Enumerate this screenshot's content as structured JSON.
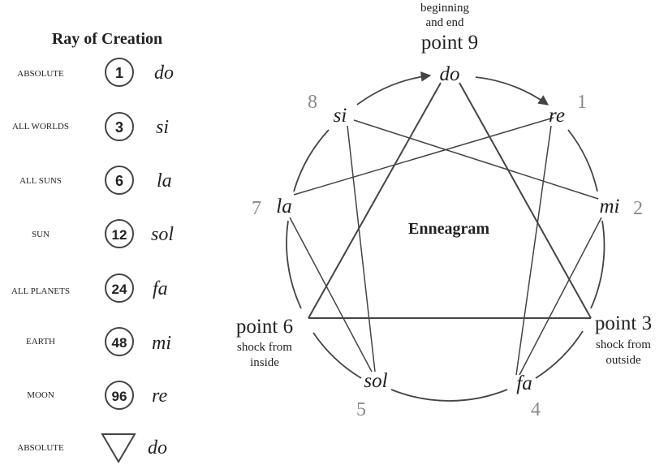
{
  "ray": {
    "title": "Ray of Creation",
    "rows": [
      {
        "level": "ABSOLUTE",
        "number": "1",
        "note": "do"
      },
      {
        "level": "ALL WORLDS",
        "number": "3",
        "note": "si"
      },
      {
        "level": "ALL SUNS",
        "number": "6",
        "note": "la"
      },
      {
        "level": "SUN",
        "number": "12",
        "note": "sol"
      },
      {
        "level": "ALL PLANETS",
        "number": "24",
        "note": "fa"
      },
      {
        "level": "EARTH",
        "number": "48",
        "note": "mi"
      },
      {
        "level": "MOON",
        "number": "96",
        "note": "re"
      }
    ],
    "last": {
      "level": "ABSOLUTE",
      "note": "do"
    }
  },
  "enneagram": {
    "center_label": "Enneagram",
    "top_caption_1": "beginning",
    "top_caption_2": "and end",
    "point9_label": "point 9",
    "point6_label": "point 6",
    "point6_caption_1": "shock from",
    "point6_caption_2": "inside",
    "point3_label": "point 3",
    "point3_caption_1": "shock from",
    "point3_caption_2": "outside",
    "notes": {
      "do": "do",
      "re": "re",
      "mi": "mi",
      "fa": "fa",
      "sol": "sol",
      "la": "la",
      "si": "si"
    },
    "numbers": {
      "n1": "1",
      "n2": "2",
      "n4": "4",
      "n5": "5",
      "n7": "7",
      "n8": "8"
    }
  }
}
